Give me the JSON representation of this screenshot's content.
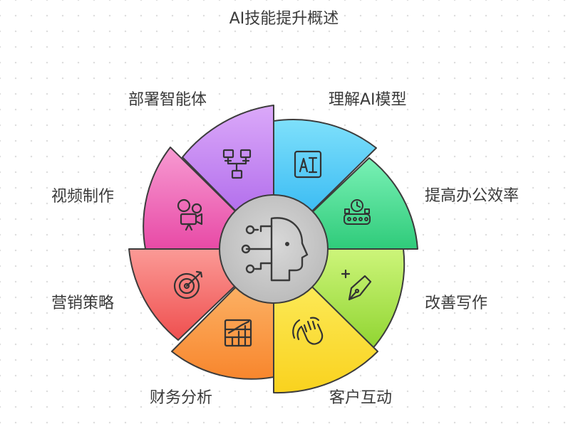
{
  "title": "AI技能提升概述",
  "center": {
    "icon": "ai-head-icon"
  },
  "segments": [
    {
      "label": "理解AI模型",
      "icon": "ai-chip-icon",
      "color": "#3cc4f4"
    },
    {
      "label": "提高办公效率",
      "icon": "conveyor-clock-icon",
      "color": "#3fd98f"
    },
    {
      "label": "改善写作",
      "icon": "pen-sparkle-icon",
      "color": "#a6e64a"
    },
    {
      "label": "客户互动",
      "icon": "hand-wave-icon",
      "color": "#fbe236"
    },
    {
      "label": "财务分析",
      "icon": "bar-chart-icon",
      "color": "#fb9a45"
    },
    {
      "label": "营销策略",
      "icon": "target-icon",
      "color": "#f56464"
    },
    {
      "label": "视频制作",
      "icon": "camera-icon",
      "color": "#ef5fb5"
    },
    {
      "label": "部署智能体",
      "icon": "network-icon",
      "color": "#b96ef2"
    }
  ]
}
